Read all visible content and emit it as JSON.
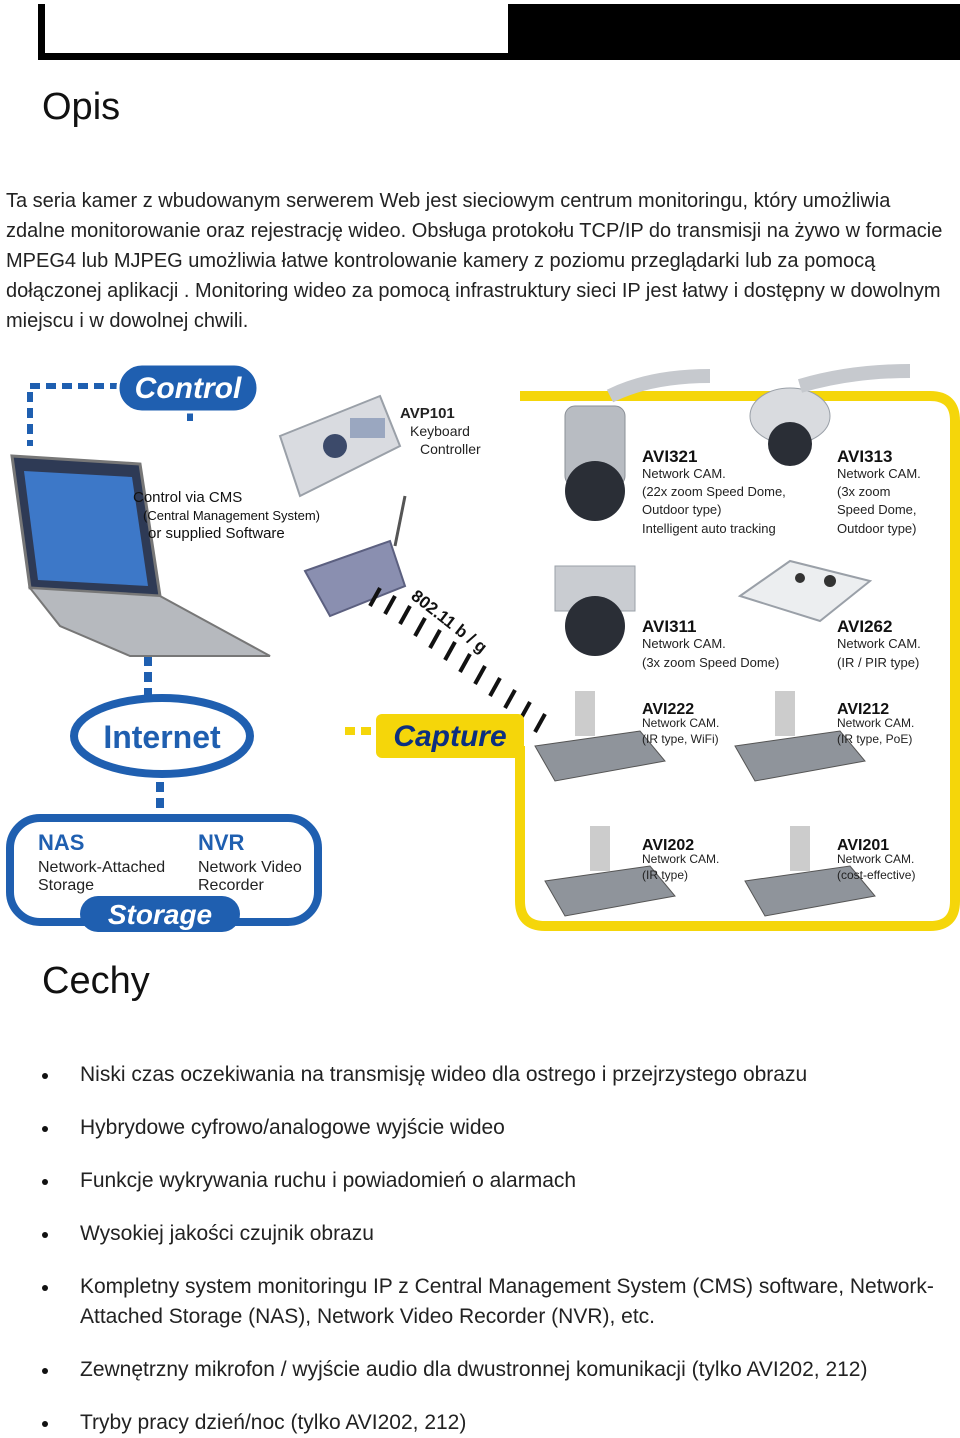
{
  "title": "Opis",
  "intro": "Ta seria kamer z wbudowanym serwerem Web jest sieciowym centrum monitoringu, który umożliwia zdalne monitorowanie oraz rejestrację wideo. Obsługa protokołu TCP/IP do transmisji na żywo w formacie MPEG4 lub MJPEG umożliwia łatwe kontrolowanie kamery z poziomu przeglądarki lub za pomocą dołączonej aplikacji . Monitoring wideo za pomocą infrastruktury sieci IP jest łatwy i dostępny w dowolnym miejscu i w dowolnej chwili.",
  "diagram": {
    "control": "Control",
    "keyboard": [
      "AVP101",
      "Keyboard",
      "Controller"
    ],
    "cms": [
      "Control via CMS",
      "(Central Management System)",
      "or supplied Software"
    ],
    "wifi": "802.11 b / g",
    "internet": "Internet",
    "capture": "Capture",
    "storage": "Storage",
    "nas": [
      "NAS",
      "Network-Attached",
      "Storage"
    ],
    "nvr": [
      "NVR",
      "Network Video",
      "Recorder"
    ],
    "cameras": [
      {
        "model": "AVI321",
        "lines": [
          "Network CAM.",
          "(22x zoom Speed Dome,",
          "Outdoor type)",
          "Intelligent auto tracking"
        ]
      },
      {
        "model": "AVI313",
        "lines": [
          "Network CAM.",
          "(3x zoom",
          "Speed Dome,",
          "Outdoor type)"
        ]
      },
      {
        "model": "AVI311",
        "lines": [
          "Network CAM.",
          "(3x zoom Speed Dome)"
        ]
      },
      {
        "model": "AVI262",
        "lines": [
          "Network CAM.",
          "(IR / PIR type)"
        ]
      },
      {
        "model": "AVI222",
        "lines": [
          "Network CAM.",
          "(IR type, WiFi)"
        ]
      },
      {
        "model": "AVI212",
        "lines": [
          "Network CAM.",
          "(IR type, PoE)"
        ]
      },
      {
        "model": "AVI202",
        "lines": [
          "Network CAM.",
          "(IR type)"
        ]
      },
      {
        "model": "AVI201",
        "lines": [
          "Network CAM.",
          "(cost-effective)"
        ]
      }
    ],
    "colors": {
      "blue": "#1f5fb0",
      "yellow": "#f5d60a",
      "capture_text": "#0c2f80"
    }
  },
  "features_title": "Cechy",
  "features": [
    "Niski czas oczekiwania na transmisję wideo dla  ostrego i przejrzystego obrazu",
    "Hybrydowe cyfrowo/analogowe wyjście wideo",
    "Funkcje wykrywania ruchu i powiadomień o alarmach",
    "Wysokiej jakości czujnik obrazu",
    "Kompletny system monitoringu IP z  Central Management System (CMS) software, Network-Attached Storage (NAS), Network Video Recorder (NVR), etc.",
    "Zewnętrzny mikrofon / wyjście audio dla dwustronnej komunikacji  (tylko AVI202, 212)",
    "Tryby pracy dzień/noc (tylko AVI202, 212)"
  ]
}
